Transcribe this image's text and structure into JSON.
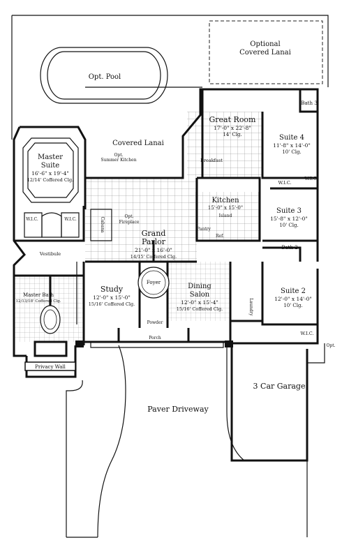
{
  "rooms": {
    "optional_lanai": {
      "line1": "Optional",
      "line2": "Covered Lanai"
    },
    "pool": {
      "label": "Opt. Pool"
    },
    "great_room": {
      "name": "Great Room",
      "dims": "17'-0\" x 22'-8\"",
      "ceiling": "14' Clg."
    },
    "bath3": {
      "label": "Bath 3"
    },
    "suite4": {
      "name": "Suite 4",
      "dims": "11'-8\" x 14'-0\"",
      "ceiling": "10' Clg."
    },
    "master_suite": {
      "line1": "Master",
      "line2": "Suite",
      "dims": "16'-6\" x 19'-4\"",
      "ceiling": "12/14' Coffered Clg."
    },
    "covered_lanai": {
      "label": "Covered Lanai"
    },
    "summer_kitchen": {
      "line1": "Opt.",
      "line2": "Summer Kitchen"
    },
    "breakfast": {
      "label": "Breakfast"
    },
    "wic": {
      "label": "W.I.C."
    },
    "kitchen": {
      "name": "Kitchen",
      "dims": "15'-0\" x 15'-0\""
    },
    "island": {
      "label": "Island"
    },
    "pantry": {
      "label": "Pantry"
    },
    "refrigerator": {
      "label": "Ref."
    },
    "suite3": {
      "name": "Suite 3",
      "dims": "15'-8\" x 12'-0\"",
      "ceiling": "10' Clg."
    },
    "cabana": {
      "label": "Cabana"
    },
    "fireplace": {
      "line1": "Opt.",
      "line2": "Fireplace"
    },
    "grand_parlor": {
      "line1": "Grand",
      "line2": "Parlor",
      "dims": "21'-0\" x 16'-0\"",
      "ceiling": "14/15' Coffered Clg."
    },
    "vestibule": {
      "label": "Vestibule"
    },
    "bath2": {
      "label": "Bath 2"
    },
    "study": {
      "name": "Study",
      "dims": "12'-0\" x 15'-0\"",
      "ceiling": "15/16' Coffered Clg."
    },
    "foyer": {
      "label": "Foyer"
    },
    "dining": {
      "line1": "Dining",
      "line2": "Salon",
      "dims": "12'-0\" x 15'-4\"",
      "ceiling": "15/16' Coffered Clg."
    },
    "powder": {
      "label": "Powder"
    },
    "laundry": {
      "label": "Laundry"
    },
    "suite2": {
      "name": "Suite 2",
      "dims": "12'-0\" x 14'-0\"",
      "ceiling": "10' Clg."
    },
    "master_bath": {
      "label": "Master Bath",
      "ceiling": "12/13/18' Coffered Clg."
    },
    "porch": {
      "label": "Porch"
    },
    "opt_marker": {
      "label": "Opt."
    },
    "privacy_wall": {
      "label": "Privacy Wall"
    },
    "garage": {
      "label": "3 Car Garage"
    },
    "driveway": {
      "label": "Paver Driveway"
    }
  }
}
